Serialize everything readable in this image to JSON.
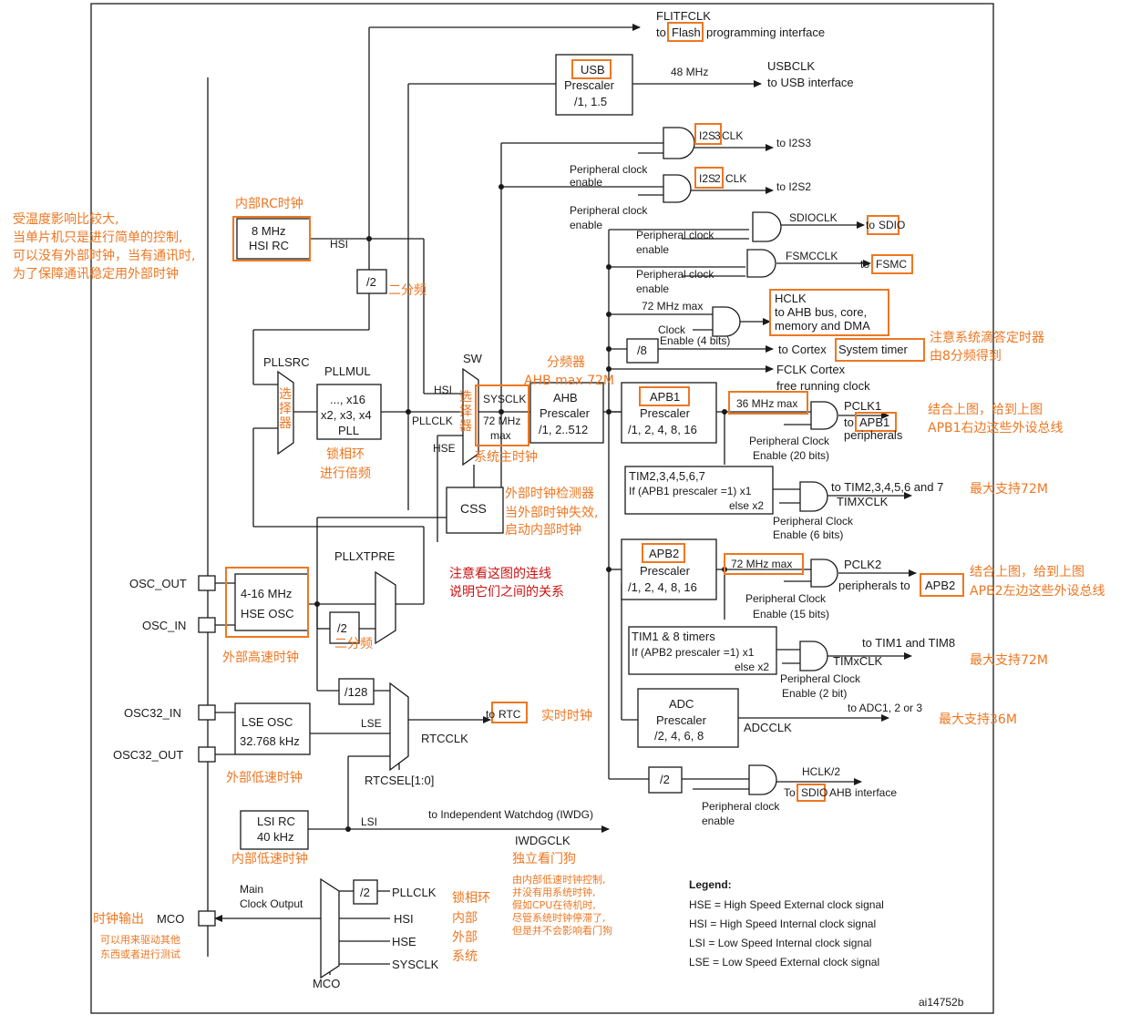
{
  "diagram_id": "ai14752b",
  "signals": {
    "flitfclk": "FLITFCLK",
    "flitfclk_to": "to",
    "flash": "Flash",
    "flash_rest": "programming interface",
    "usb": "USB",
    "usb_prescaler": "Prescaler",
    "usb_div": "/1, 1.5",
    "usb_48": "48 MHz",
    "usbclk": "USBCLK",
    "usbclk_to": "to USB interface",
    "i2s3_pre": "I2S",
    "i2s3_mid": "3",
    "i2s3_post": "CLK",
    "to_i2s3": "to I2S3",
    "i2s2_pre": "I2S",
    "i2s2_mid": "2",
    "i2s2_post": "CLK",
    "to_i2s2": "to I2S2",
    "pce_1a": "Peripheral clock",
    "pce_1b": "enable",
    "pce_2a": "Peripheral clock",
    "pce_2b": "enable",
    "pce_3a": "Peripheral clock",
    "pce_3b": "enable",
    "pce_4a": "Peripheral clock",
    "pce_4b": "enable",
    "sdioclk": "SDIOCLK",
    "to_sdio_to": "to",
    "sdio": "SDIO",
    "fsmcclk": "FSMCCLK",
    "to_fsmc_to": "to",
    "fsmc": "FSMC",
    "max72": "72 MHz max",
    "clock_enable_a": "Clock",
    "clock_enable_b": "Enable (4 bits)",
    "hclk_1": "HCLK",
    "hclk_2": "to AHB bus, core,",
    "hclk_3": "memory and DMA",
    "div8": "/8",
    "to_cortex": "to Cortex",
    "system_timer": "System timer",
    "fclk_1": "FCLK Cortex",
    "fclk_2": "free running clock",
    "hsi_rc_1": "8 MHz",
    "hsi_rc_2": "HSI RC",
    "hsi": "HSI",
    "div2": "/2",
    "pllsrc": "PLLSRC",
    "pllmul": "PLLMUL",
    "pll_1": "..., x16",
    "pll_2": "x2, x3, x4",
    "pll_3": "PLL",
    "sw": "SW",
    "sw_hsi": "HSI",
    "sw_pllclk": "PLLCLK",
    "sw_hse": "HSE",
    "sysclk": "SYSCLK",
    "sysclk_max_1": "72 MHz",
    "sysclk_max_2": "max",
    "ahb_1": "AHB",
    "ahb_2": "Prescaler",
    "ahb_3": "/1, 2..512",
    "apb1": "APB1",
    "apb1_pre": "Prescaler",
    "apb1_div": "/1, 2, 4, 8, 16",
    "max36": "36 MHz max",
    "pclk1": "PCLK1",
    "pclk1_to": "to",
    "pclk1_apb1": "APB1",
    "pclk1_periph": "peripherals",
    "pce_20_a": "Peripheral Clock",
    "pce_20_b": "Enable (20 bits)",
    "tim_1": "TIM2,3,4,5,6,7",
    "tim_2": "If (APB1 prescaler =1) x1",
    "tim_3": "else  x2",
    "to_tim27": "to TIM2,3,4,5,6 and 7",
    "timxclk": "TIMXCLK",
    "pce_6_a": "Peripheral Clock",
    "pce_6_b": "Enable (6 bits)",
    "css": "CSS",
    "apb2": "APB2",
    "apb2_pre": "Prescaler",
    "apb2_div": "/1, 2, 4, 8, 16",
    "max72b": "72 MHz max",
    "pclk2": "PCLK2",
    "pclk2_periph": "peripherals to",
    "pclk2_apb2": "APB2",
    "pce_15_a": "Peripheral Clock",
    "pce_15_b": "Enable (15 bits)",
    "tim18_1": "TIM1 & 8 timers",
    "tim18_2": "If (APB2 prescaler =1) x1",
    "tim18_3": "else x2",
    "to_tim18": "to TIM1 and TIM8",
    "timxclk2": "TIMxCLK",
    "pce_2bit_a": "Peripheral Clock",
    "pce_2bit_b": "Enable (2 bit)",
    "adc_1": "ADC",
    "adc_2": "Prescaler",
    "adc_3": "/2, 4, 6, 8",
    "to_adc": "to ADC1, 2 or 3",
    "adcclk": "ADCCLK",
    "div2_hclk": "/2",
    "hclk2": "HCLK/2",
    "to_sdio_ahb_to": "To",
    "to_sdio_ahb_sdio": "SDIO",
    "to_sdio_ahb_rest": "AHB interface",
    "osc_out": "OSC_OUT",
    "osc_in": "OSC_IN",
    "hse_osc_1": "4-16 MHz",
    "hse_osc_2": "HSE OSC",
    "pllxtpre": "PLLXTPRE",
    "div2b": "/2",
    "div128": "/128",
    "osc32_in": "OSC32_IN",
    "osc32_out": "OSC32_OUT",
    "lse_osc_1": "LSE OSC",
    "lse_osc_2": "32.768 kHz",
    "lse": "LSE",
    "rtcclk": "RTCCLK",
    "to_rtc_to": "to",
    "rtc": "RTC",
    "rtcsel": "RTCSEL[1:0]",
    "lsi_rc_1": "LSI RC",
    "lsi_rc_2": "40 kHz",
    "lsi": "LSI",
    "to_iwdg": "to Independent Watchdog (IWDG)",
    "iwdgclk": "IWDGCLK",
    "mco_main_1": "Main",
    "mco_main_2": "Clock Output",
    "mco_div2": "/2",
    "mco_pllclk": "PLLCLK",
    "mco_hsi": "HSI",
    "mco_hse": "HSE",
    "mco_sysclk": "SYSCLK",
    "mco": "MCO",
    "mco_pin": "MCO"
  },
  "legend": {
    "title": "Legend:",
    "items": [
      "HSE = High Speed External clock signal",
      "HSI = High Speed Internal clock signal",
      "LSI = Low Speed Internal clock signal",
      "LSE = Low Speed External clock signal"
    ]
  },
  "annotations": {
    "temp_1": "受温度影响比较大,",
    "temp_2": "当单片机只是进行简单的控制,",
    "temp_3": "可以没有外部时钟，当有通讯时,",
    "temp_4": "为了保障通讯稳定用外部时钟",
    "internal_rc": "内部RC时钟",
    "div_two_1": "二分频",
    "selector_1": "选\n择\n器",
    "pll_note_1": "锁相环",
    "pll_note_2": "进行倍频",
    "selector_2": "选\n择\n器",
    "system_main": "系统主时钟",
    "divider": "分频器",
    "ahb_max": "AHB max 72M",
    "css_1": "外部时钟检测器",
    "css_2": "当外部时钟失效,",
    "css_3": "启动内部时钟",
    "connect_1": "注意看这图的连线",
    "connect_2": "说明它们之间的关系",
    "systick_1": "注意系统滴答定时器",
    "systick_2": "由8分频得到",
    "apb1_note_1": "结合上图，给到上图",
    "apb1_note_2": "APB1右边这些外设总线",
    "max72_1": "最大支持72M",
    "apb2_note_1": "结合上图，给到上图",
    "apb2_note_2": "APB2左边这些外设总线",
    "max72_2": "最大支持72M",
    "max36": "最大支持36M",
    "hse_note": "外部高速时钟",
    "div_two_2": "二分频",
    "rtc_note": "实时时钟",
    "lse_note": "外部低速时钟",
    "lsi_note": "内部低速时钟",
    "iwdg_note": "独立看门狗",
    "iwdg_d1": "由内部低速时钟控制,",
    "iwdg_d2": "并没有用系统时钟,",
    "iwdg_d3": "假如CPU在待机时,",
    "iwdg_d4": "尽管系统时钟停滞了,",
    "iwdg_d5": "但是并不会影响看门狗",
    "mco_out": "时钟输出",
    "mco_d1": "可以用来驱动其他",
    "mco_d2": "东西或者进行测试",
    "mco_src_1": "锁相环",
    "mco_src_2": "内部",
    "mco_src_3": "外部",
    "mco_src_4": "系统"
  },
  "colors": {
    "annotation": "#ee7722",
    "note_red": "#cc1111",
    "line": "#1a1a1a"
  }
}
